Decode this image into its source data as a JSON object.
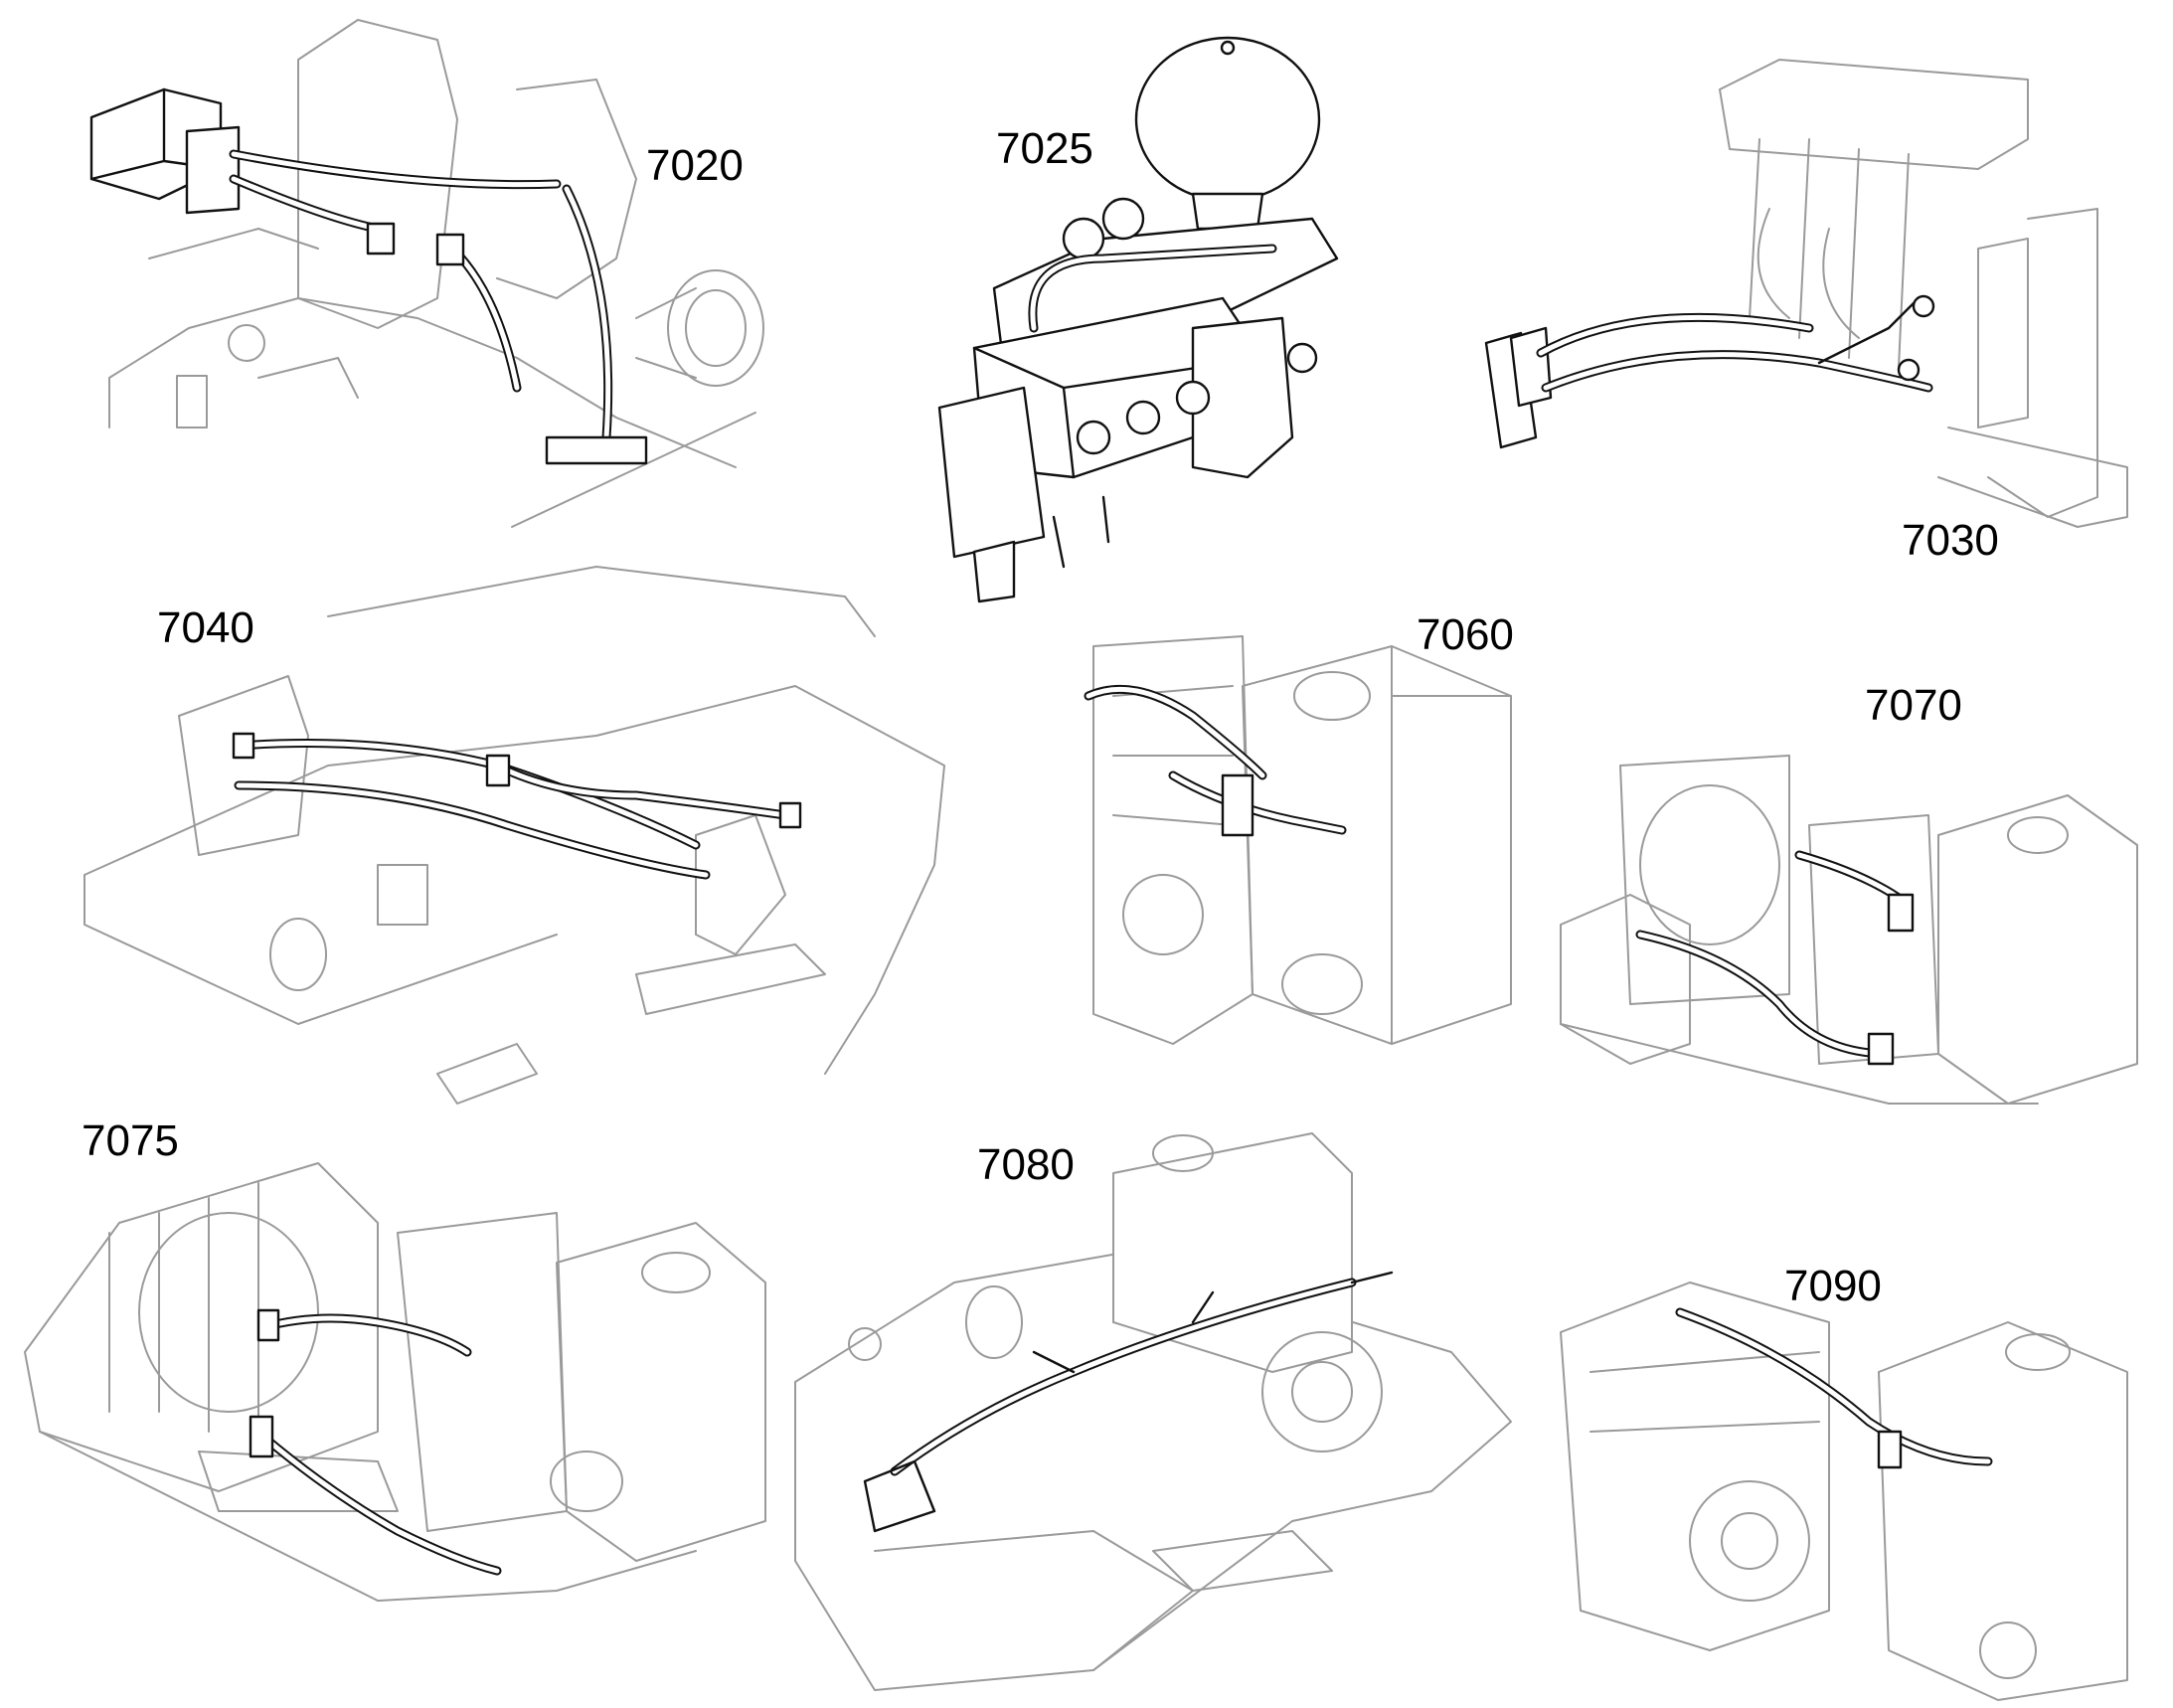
{
  "callouts": {
    "c7020": "7020",
    "c7025": "7025",
    "c7030": "7030",
    "c7040": "7040",
    "c7060": "7060",
    "c7070": "7070",
    "c7075": "7075",
    "c7080": "7080",
    "c7090": "7090"
  },
  "colors": {
    "ink": "#111111",
    "ghost": "#9a9a9a",
    "background": "#ffffff"
  }
}
